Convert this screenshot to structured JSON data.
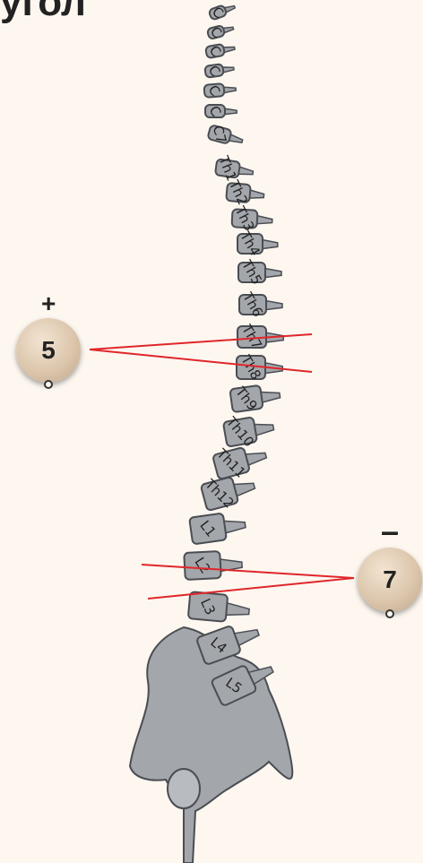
{
  "title": "угол",
  "upper_knob": {
    "value": "5",
    "sign": "+"
  },
  "lower_knob": {
    "value": "7",
    "sign": "–"
  },
  "vertebrae": [
    {
      "label": "С"
    },
    {
      "label": "С"
    },
    {
      "label": "С"
    },
    {
      "label": "С"
    },
    {
      "label": "С"
    },
    {
      "label": "С"
    },
    {
      "label": "С7"
    },
    {
      "label": "Th1"
    },
    {
      "label": "Th2"
    },
    {
      "label": "Th3"
    },
    {
      "label": "Th4"
    },
    {
      "label": "Th5"
    },
    {
      "label": "Th6"
    },
    {
      "label": "Th7"
    },
    {
      "label": "Th8"
    },
    {
      "label": "Th9"
    },
    {
      "label": "Th10"
    },
    {
      "label": "Th11"
    },
    {
      "label": "Th12"
    },
    {
      "label": "L1"
    },
    {
      "label": "L2"
    },
    {
      "label": "L3"
    },
    {
      "label": "L4"
    },
    {
      "label": "L5"
    }
  ],
  "colors": {
    "bone": "#a3a6ab",
    "bone_dark": "#4a4d52",
    "measure_line": "#e0262a"
  }
}
